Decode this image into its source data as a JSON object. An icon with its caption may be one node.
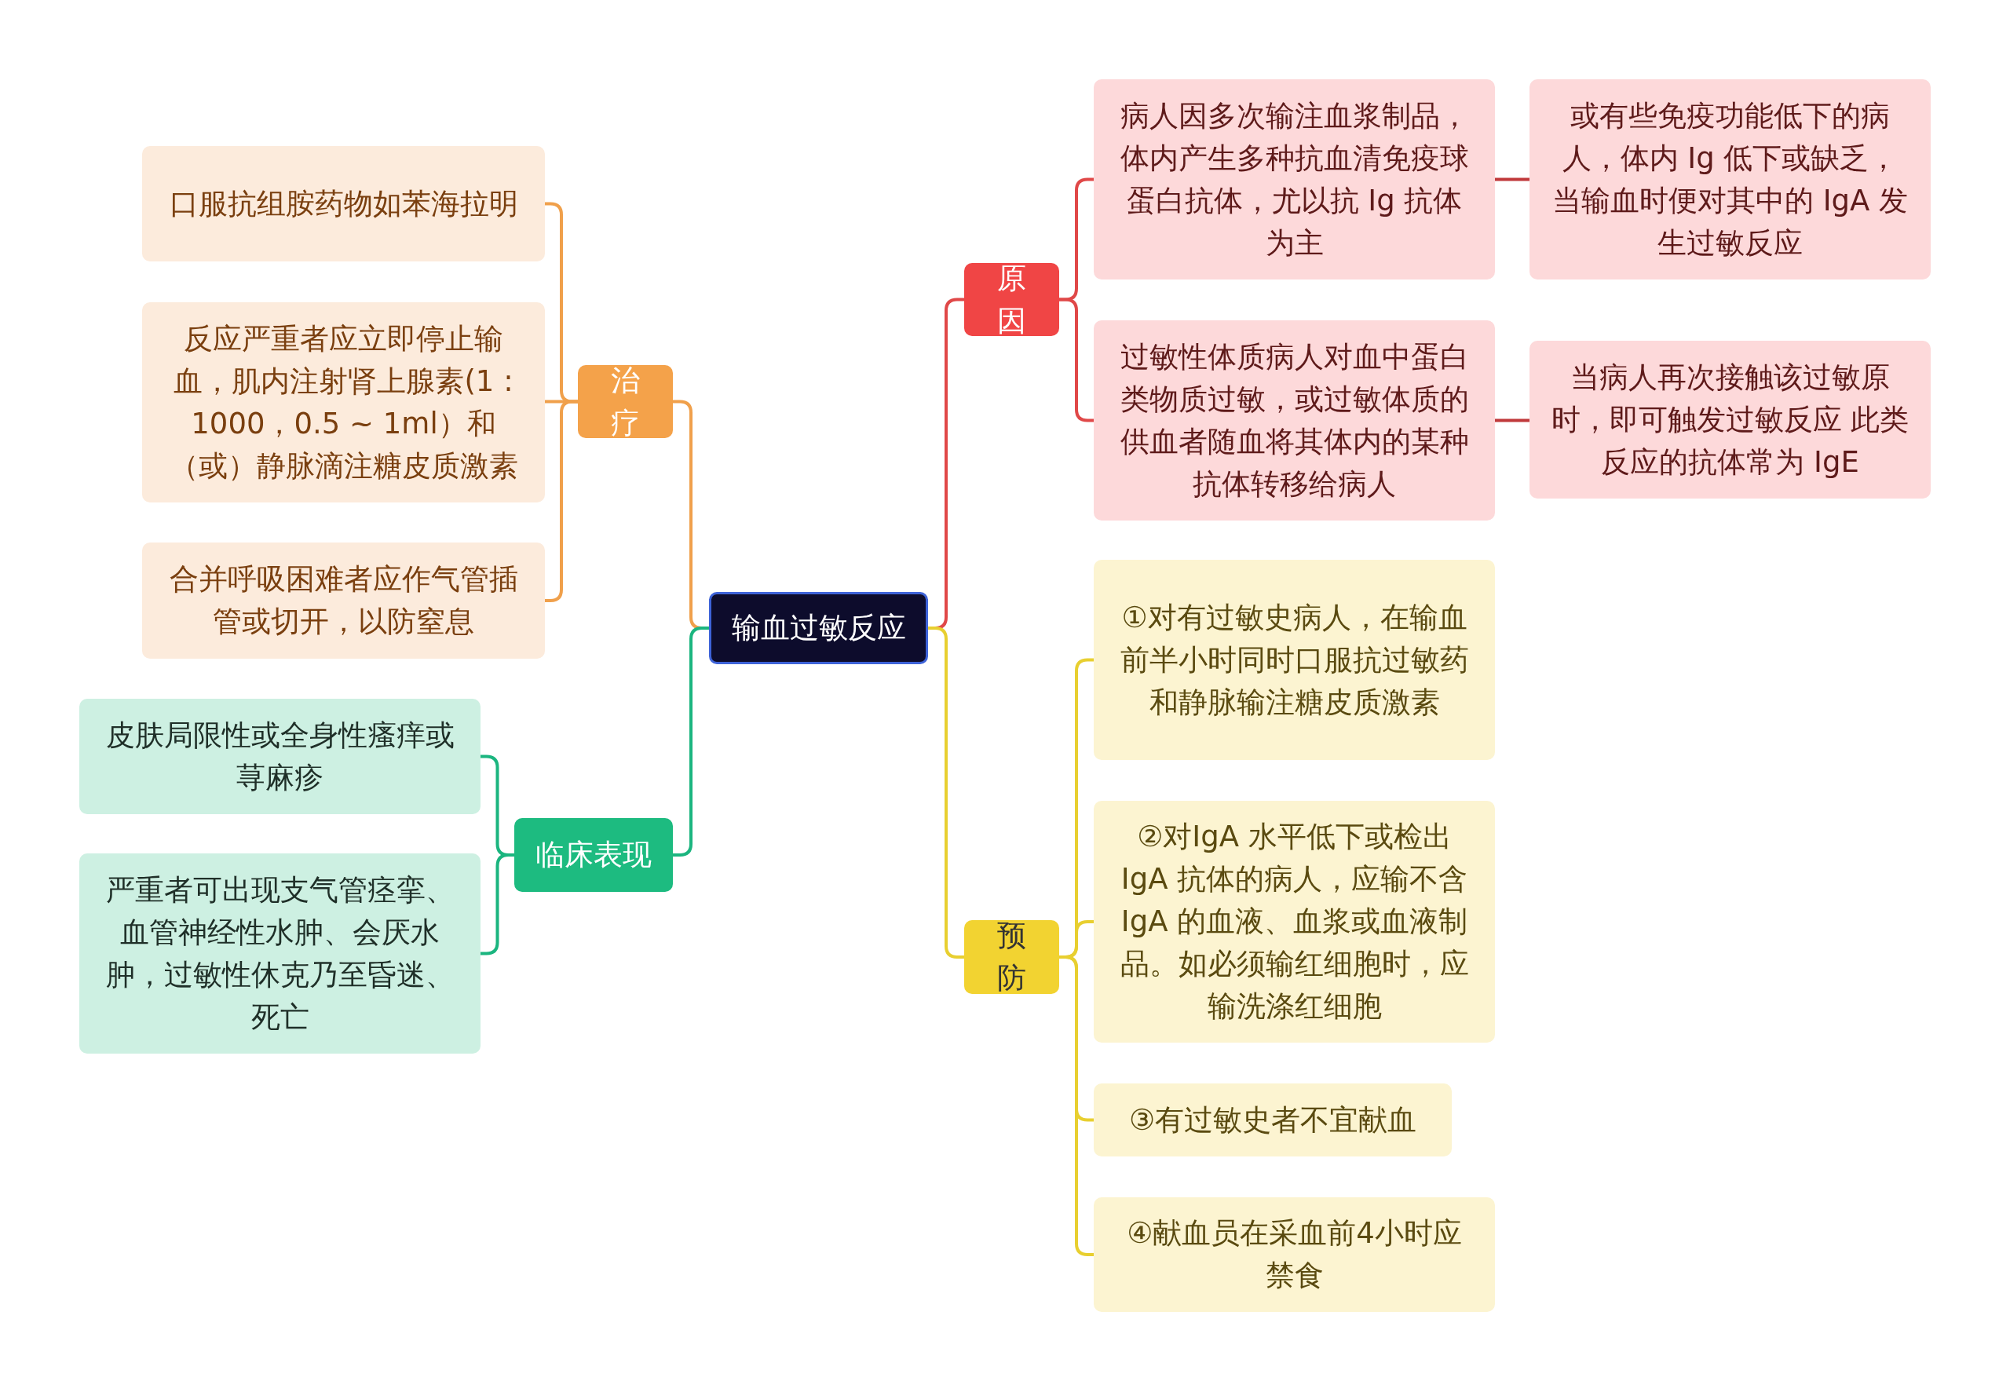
{
  "diagram": {
    "nodes": [
      {
        "text": [
          "输血过敏反应"
        ]
      },
      {
        "text": [
          "治疗"
        ]
      },
      {
        "text": [
          "口服抗组胺药物如苯海拉明"
        ]
      },
      {
        "text": [
          "反应严重者应立即停止输血，肌内注射肾上腺素(1 : 1000，0.5 ~ 1ml）和（或）静脉滴注糖皮质激素"
        ]
      },
      {
        "text": [
          "合并呼吸困难者应作气管插管或切开，以防窒息"
        ]
      },
      {
        "text": [
          "临床表现"
        ]
      },
      {
        "text": [
          "皮肤局限性或全身性瘙痒或荨麻疹"
        ]
      },
      {
        "text": [
          "严重者可出现支气管痉挛、血管神经性水肿、会厌水肿，过敏性休克乃至昏迷、死亡"
        ]
      },
      {
        "text": [
          "原因"
        ]
      },
      {
        "text": [
          "病人因多次输注血浆制品，体内产生多种抗血清免疫球蛋白抗体，尤以抗 Ig 抗体为主"
        ]
      },
      {
        "text": [
          "或有些免疫功能低下的病人，体内 Ig 低下或缺乏，当输血时便对其中的 IgA 发生过敏反应"
        ]
      },
      {
        "text": [
          "过敏性体质病人对血中蛋白类物质过敏，或过敏体质的供血者随血将其体内的某种抗体转移给病人"
        ]
      },
      {
        "text": [
          "当病人再次接触该过敏原时，即可触发过敏反应 此类反应的抗体常为 IgE"
        ]
      },
      {
        "text": [
          "预防"
        ]
      },
      {
        "text": [
          "①对有过敏史病人，在输血前半小时同时口服抗过敏药和静脉输注糖皮质激素"
        ]
      },
      {
        "text": [
          "②对IgA 水平低下或检出 IgA 抗体的病人，应输不含 IgA 的血液、血浆或血液制品。如必须输红细胞时，应输洗涤红细胞"
        ]
      },
      {
        "text": [
          "③有过敏史者不宜献血"
        ]
      },
      {
        "text": [
          "④献血员在采血前4小时应禁食"
        ]
      }
    ],
    "edges": [
      {
        "from": 0,
        "to": 1,
        "arrow": "none",
        "color": "#f0a04b"
      },
      {
        "from": 1,
        "to": 2,
        "arrow": "none",
        "color": "#f0a04b"
      },
      {
        "from": 1,
        "to": 3,
        "arrow": "none",
        "color": "#f0a04b"
      },
      {
        "from": 1,
        "to": 4,
        "arrow": "none",
        "color": "#f0a04b"
      },
      {
        "from": 0,
        "to": 5,
        "arrow": "none",
        "color": "#1bb57f"
      },
      {
        "from": 5,
        "to": 6,
        "arrow": "none",
        "color": "#1bb57f"
      },
      {
        "from": 5,
        "to": 7,
        "arrow": "none",
        "color": "#1bb57f"
      },
      {
        "from": 0,
        "to": 8,
        "arrow": "none",
        "color": "#e04848"
      },
      {
        "from": 8,
        "to": 9,
        "arrow": "none",
        "color": "#e04848"
      },
      {
        "from": 9,
        "to": 10,
        "arrow": "none",
        "color": "#c0393b"
      },
      {
        "from": 8,
        "to": 11,
        "arrow": "none",
        "color": "#e04848"
      },
      {
        "from": 11,
        "to": 12,
        "arrow": "none",
        "color": "#c0393b"
      },
      {
        "from": 0,
        "to": 13,
        "arrow": "none",
        "color": "#e8cf30"
      },
      {
        "from": 13,
        "to": 14,
        "arrow": "none",
        "color": "#e8cf30"
      },
      {
        "from": 13,
        "to": 15,
        "arrow": "none",
        "color": "#e8cf30"
      },
      {
        "from": 13,
        "to": 16,
        "arrow": "none",
        "color": "#e8cf30"
      },
      {
        "from": 13,
        "to": 17,
        "arrow": "none",
        "color": "#e8cf30"
      }
    ]
  }
}
